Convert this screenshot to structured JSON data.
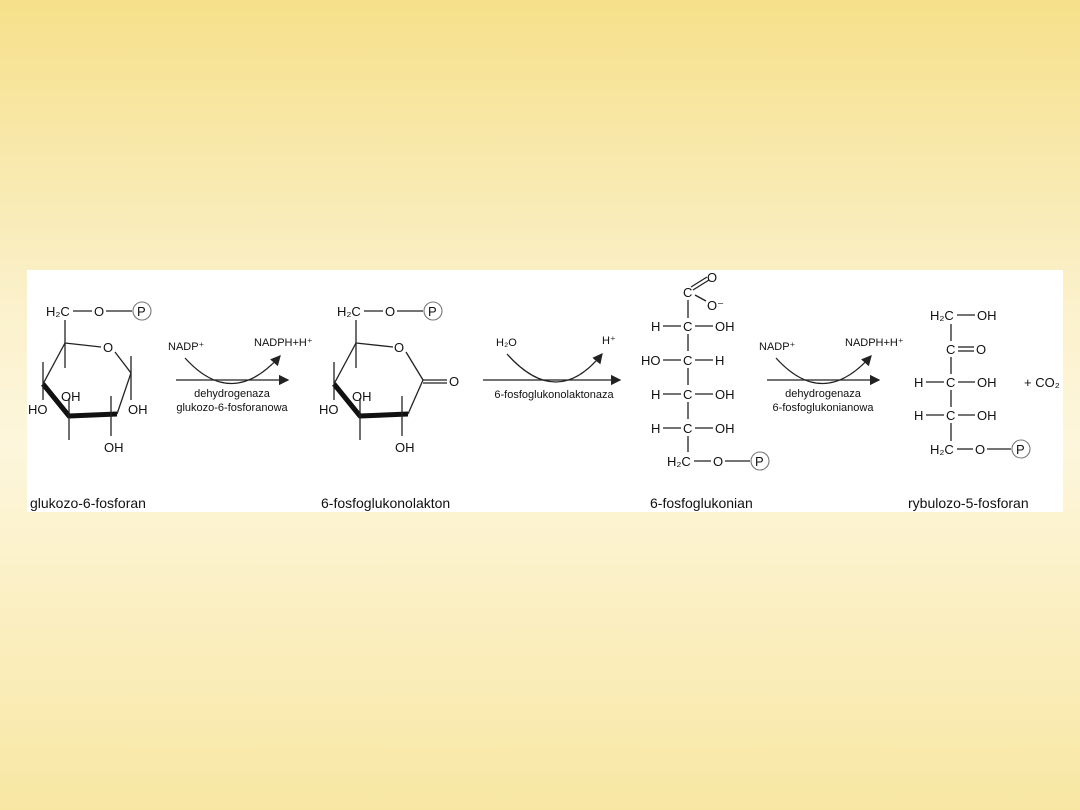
{
  "compounds": {
    "c1": {
      "name": "glukozo-6-fosforan"
    },
    "c2": {
      "name": "6-fosfoglukonolakton"
    },
    "c3": {
      "name": "6-fosfoglukonian"
    },
    "c4": {
      "name": "rybulozo-5-fosforan"
    }
  },
  "reactions": {
    "r1": {
      "in": "NADP⁺",
      "out": "NADPH+H⁺",
      "enzyme1": "dehydrogenaza",
      "enzyme2": "glukozo-6-fosforanowa"
    },
    "r2": {
      "in": "H₂O",
      "out": "H⁺",
      "enzyme1": "6-fosfoglukonolaktonaza"
    },
    "r3": {
      "in": "NADP⁺",
      "out": "NADPH+H⁺",
      "enzyme1": "dehydrogenaza",
      "enzyme2": "6-fosfoglukonianowa"
    }
  },
  "byproduct": "+ CO₂",
  "atoms": {
    "H2C": "H₂C",
    "O": "O",
    "P": "P",
    "OH": "OH",
    "HO": "HO",
    "H": "H",
    "C": "C",
    "Ominus": "O⁻",
    "OH_dash": "–OH",
    "H_dash": "H–",
    "HO_dash": "HO–"
  }
}
